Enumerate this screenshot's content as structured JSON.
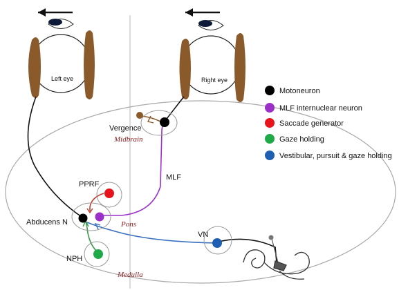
{
  "eyes": {
    "left": "Left eye",
    "right": "Right eye"
  },
  "nuclei": {
    "vergence": "Vergence",
    "pprf": "PPRF",
    "abducens": "Abducens N",
    "nph": "NPH",
    "vn": "VN",
    "mlf": "MLF"
  },
  "regions": {
    "midbrain": "Midbrain",
    "pons": "Pons",
    "medulla": "Medulla"
  },
  "legend": [
    {
      "label": "Motoneuron",
      "color": "#000000"
    },
    {
      "label": "MLF internuclear neuron",
      "color": "#9b30c9"
    },
    {
      "label": "Saccade generator",
      "color": "#e8141b"
    },
    {
      "label": "Gaze holding",
      "color": "#1faa4a"
    },
    {
      "label": "Vestibular, pursuit & gaze holding",
      "color": "#1f5fb3"
    }
  ],
  "colors": {
    "muscle": "#8b5a2b",
    "mlf_path": "#9b30c9",
    "saccade_path": "#c0392b",
    "gaze_path": "#3a9a4a",
    "vestibular_path": "#3a6fbf",
    "vergence_path": "#8b5a2b",
    "region_text": "#8a1f1f"
  }
}
